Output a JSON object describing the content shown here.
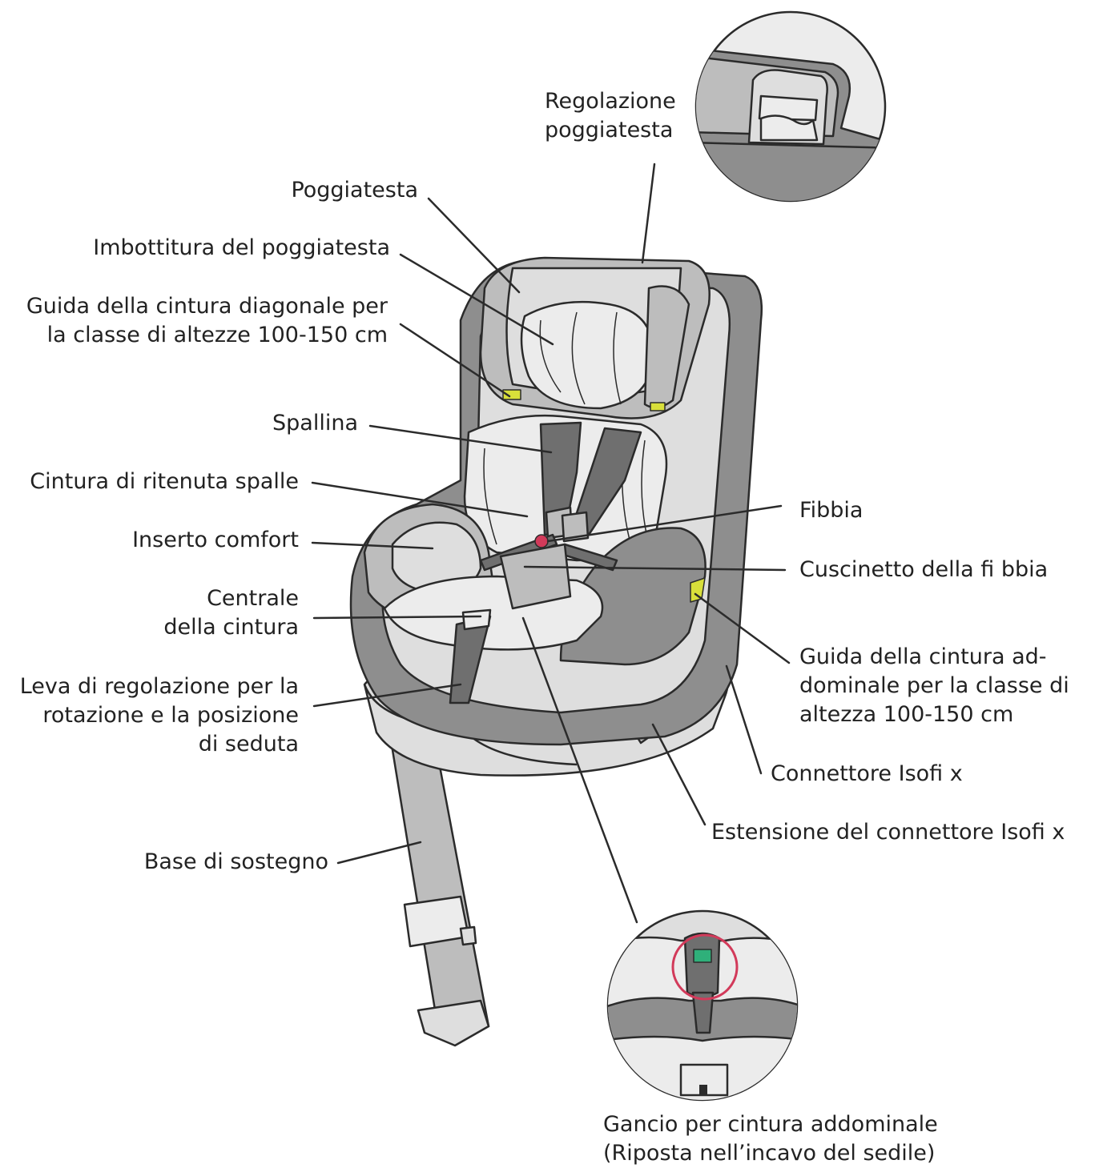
{
  "labels": {
    "regolazione_poggiatesta": [
      "Regolazione",
      "poggiatesta"
    ],
    "poggiatesta": [
      "Poggiatesta"
    ],
    "imbottitura": [
      "Imbottitura del poggiatesta"
    ],
    "guida_diagonale": [
      "Guida della cintura diagonale per",
      "la classe di altezze 100-150 cm"
    ],
    "spallina": [
      "Spallina"
    ],
    "cintura_spalle": [
      "Cintura di ritenuta spalle"
    ],
    "inserto_comfort": [
      "Inserto comfort"
    ],
    "centrale_cintura": [
      "Centrale",
      "della cintura"
    ],
    "leva_regolazione": [
      "Leva di regolazione per la",
      "rotazione e la posizione",
      "di seduta"
    ],
    "base_sostegno": [
      "Base di sostegno"
    ],
    "fibbia": [
      "Fibbia"
    ],
    "cuscinetto_fibbia": [
      "Cuscinetto della fi bbia"
    ],
    "guida_addominale": [
      "Guida della cintura ad-",
      "dominale per la classe di",
      "altezza 100-150 cm"
    ],
    "connettore_isofix": [
      "Connettore Isofi x"
    ],
    "estensione_isofix": [
      "Estensione del connettore Isofi x"
    ],
    "gancio_cintura": [
      "Gancio per cintura addominale",
      "(Riposta nell’incavo del sedile)"
    ]
  },
  "colors": {
    "line": "#2b2b2b",
    "shell_dark": "#8e8e8e",
    "shell_mid": "#bdbdbd",
    "fabric_light": "#dedede",
    "fabric_white": "#ececec",
    "strap": "#6f6f6f",
    "accent_yellow": "#d8df3a",
    "accent_red": "#d23a5a",
    "accent_green": "#2fb07a"
  }
}
